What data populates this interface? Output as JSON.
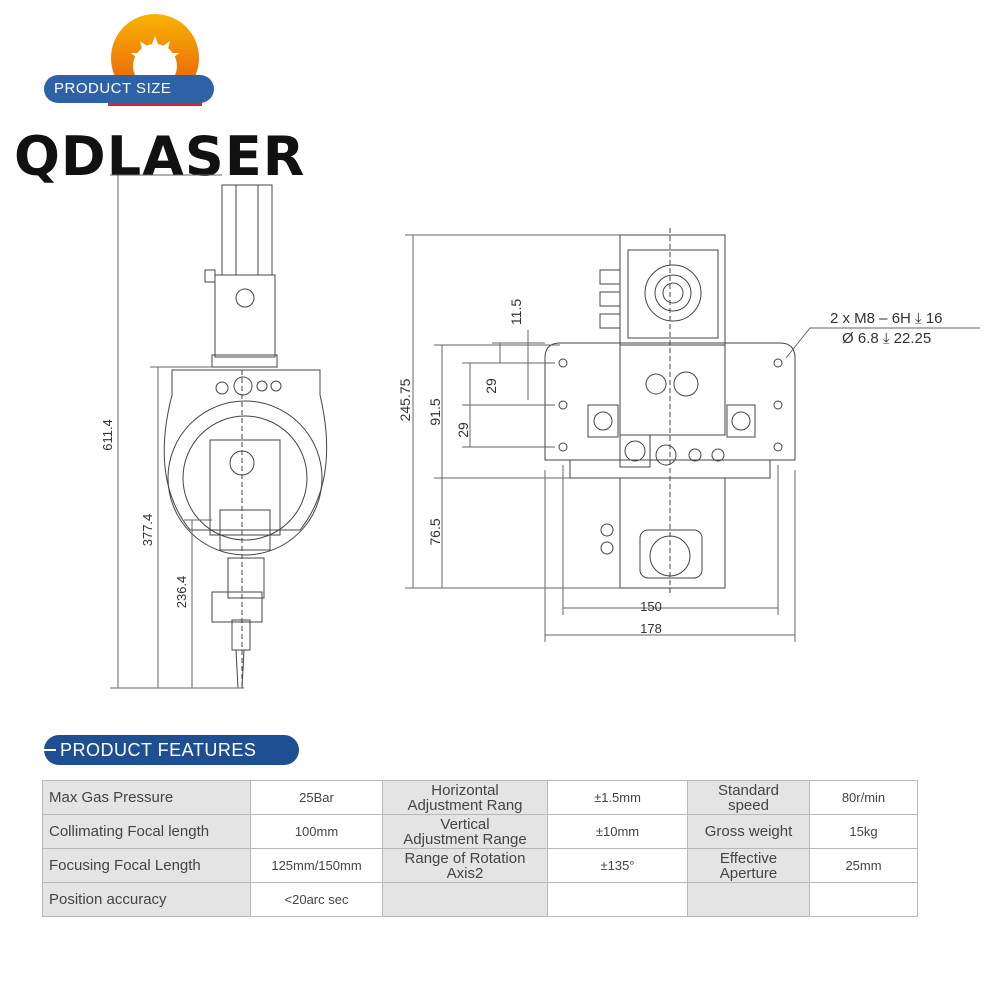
{
  "header": {
    "badge_text": "PRODUCT SIZE",
    "brand": "QDLASER"
  },
  "drawing": {
    "left_dims": [
      "611.4",
      "377.4",
      "236.4"
    ],
    "right_dims_vertical": [
      "245.75",
      "11.5",
      "91.5",
      "29",
      "29",
      "76.5"
    ],
    "right_dims_horizontal": [
      "150",
      "178"
    ],
    "thread_note_line1": "2 x  M8 – 6H ⤓ 16",
    "thread_note_line2": "Ø 6.8 ⤓ 22.25"
  },
  "features": {
    "title": "PRODUCT FEATURES",
    "rows": [
      [
        {
          "label": "Max Gas Pressure",
          "value": "25Bar"
        },
        {
          "label": "Horizontal\nAdjustment Rang",
          "value": "±1.5mm"
        },
        {
          "label": "Standard\nspeed",
          "value": "80r/min"
        }
      ],
      [
        {
          "label": "Collimating Focal length",
          "value": "100mm"
        },
        {
          "label": "Vertical\nAdjustment Range",
          "value": "±10mm"
        },
        {
          "label": "Gross weight",
          "value": "15kg"
        }
      ],
      [
        {
          "label": "Focusing Focal Length",
          "value": "125mm/150mm"
        },
        {
          "label": "Range of Rotation\nAxis2",
          "value": "±135°"
        },
        {
          "label": "Effective\nAperture",
          "value": "25mm"
        }
      ],
      [
        {
          "label": "Position accuracy",
          "value": "<20arc sec"
        },
        {
          "label": "",
          "value": ""
        },
        {
          "label": "",
          "value": ""
        }
      ]
    ]
  }
}
